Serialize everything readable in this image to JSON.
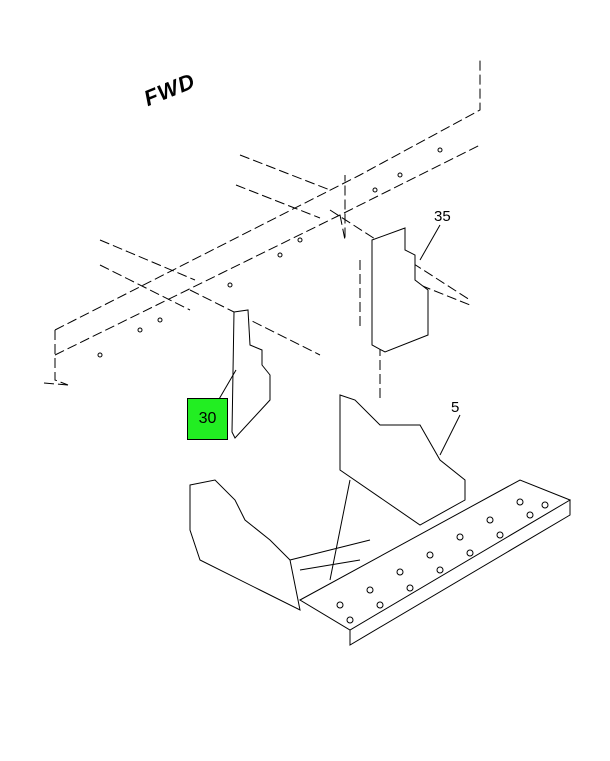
{
  "diagram": {
    "direction_marker": "FWD",
    "callouts": [
      {
        "id": "35",
        "label": "35",
        "highlighted": false
      },
      {
        "id": "5",
        "label": "5",
        "highlighted": false
      },
      {
        "id": "30",
        "label": "30",
        "highlighted": true
      }
    ],
    "highlight_color": "#22ee22"
  }
}
